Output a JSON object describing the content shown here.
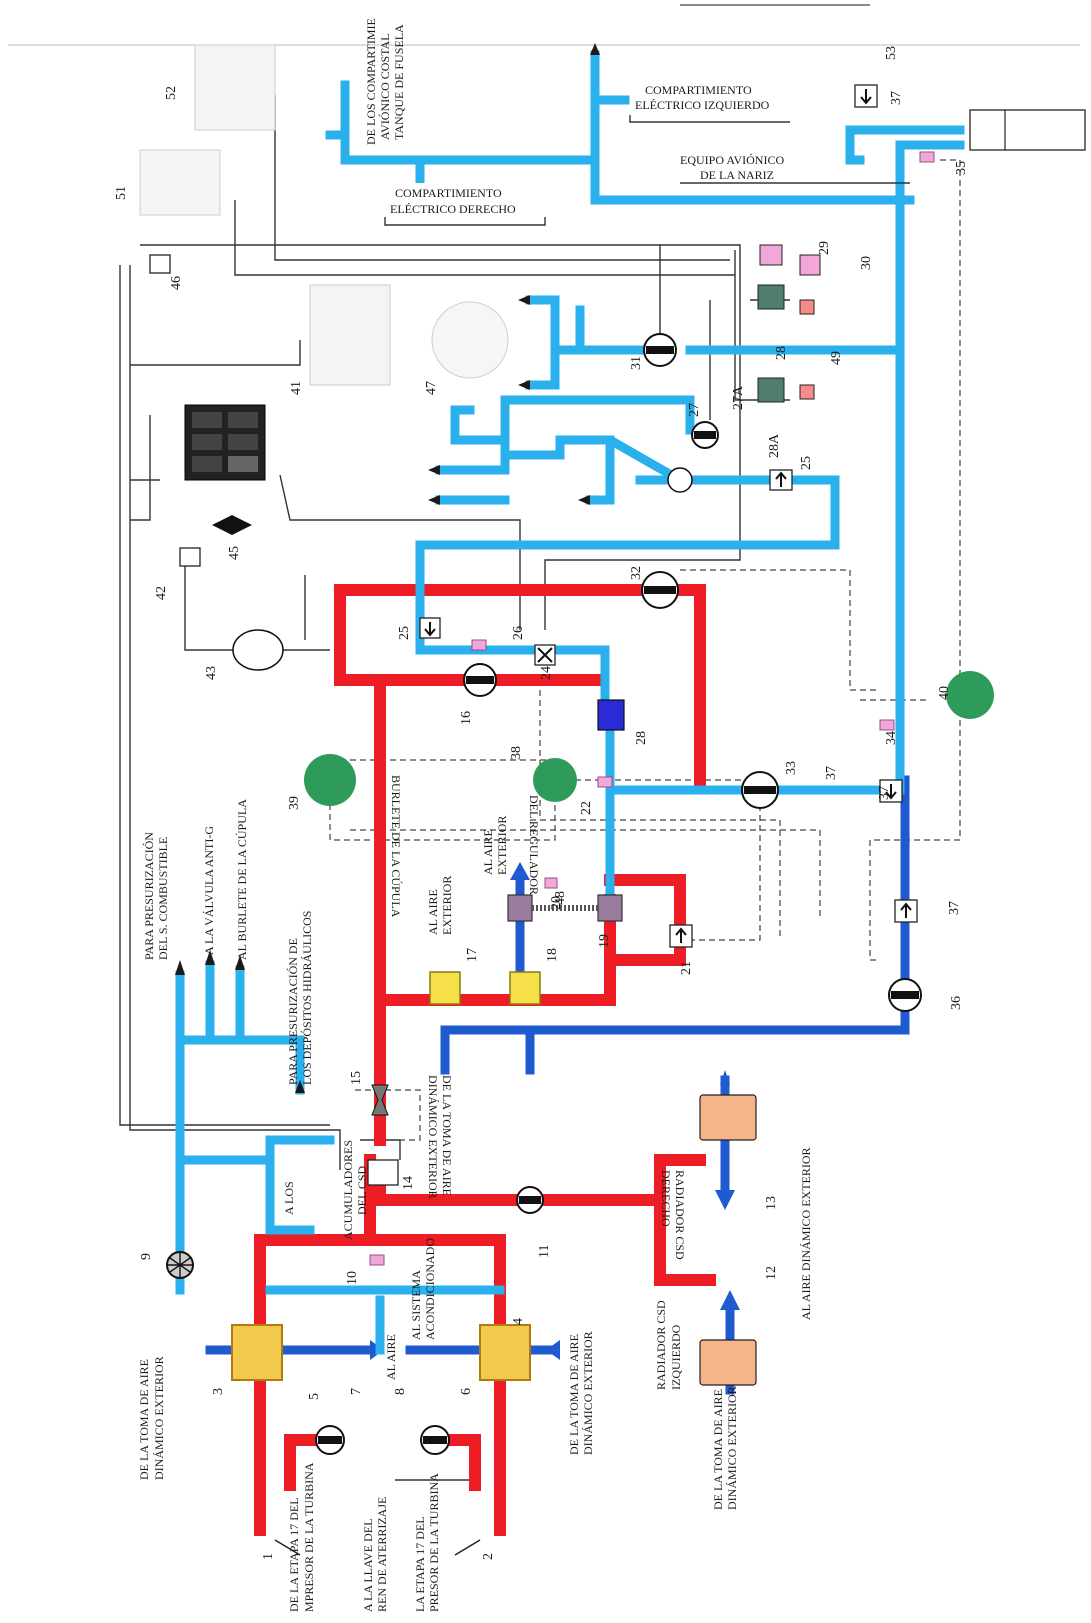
{
  "diagram": {
    "colors": {
      "hot_bleed_air": "#ee1c25",
      "cold_conditioned_air": "#2ab0ec",
      "ram_air": "#1f5ad1",
      "heat_exchanger": "#f2c94c",
      "sensor": "#f2a7d9",
      "indicator": "#2e9b5a",
      "water_separator": "#2a2ad6",
      "csd_radiator": "#f5b48a"
    },
    "callouts": [
      "1",
      "2",
      "3",
      "4",
      "5",
      "6",
      "7",
      "8",
      "9",
      "10",
      "11",
      "12",
      "13",
      "14",
      "15",
      "16",
      "17",
      "18",
      "19",
      "20",
      "21",
      "22",
      "24",
      "25",
      "25",
      "26",
      "27",
      "27A",
      "28",
      "28",
      "28A",
      "29",
      "30",
      "31",
      "32",
      "33",
      "34",
      "35",
      "36",
      "37",
      "37",
      "37",
      "37",
      "38",
      "39",
      "40",
      "41",
      "42",
      "43",
      "45",
      "46",
      "47",
      "48",
      "49",
      "51",
      "52",
      "53"
    ],
    "labels": {
      "l1": "DE LA ETAPA 17 DEL",
      "l1b": "MPRESOR DE LA TURBINA",
      "l2": "A LA LLAVE DEL",
      "l2b": "REN DE ATERRIZAJE",
      "l3": "LA ETAPA 17 DEL",
      "l3b": "PRESOR DE LA TURBINA",
      "l4": "DE LA TOMA DE AIRE",
      "l4b": "DINÁMICO EXTERIOR",
      "l5": "AL AIRE",
      "l6": "AL SISTEMA",
      "l6b": "ACONDICIONADO",
      "l7": "DE LA TOMA DE AIRE",
      "l7b": "DINÁMICO EXTERIOR",
      "l8": "RADIADOR CSD",
      "l8b": "IZQUIERDO",
      "l9": "DE LA TOMA DE AIRE",
      "l9b": "DINÁMICO EXTERIOR",
      "l10": "RADIADOR CSD",
      "l10b": "DERECHO",
      "l11": "AL AIRE DINÁMICO EXTERIOR",
      "l12": "A LOS",
      "l13": "ACUMULADORES",
      "l13b": "DEL CSD",
      "l14": "PARA PRESURIZACIÓN DE",
      "l14b": "LOS DEPÓSITOS HIDRÁULICOS",
      "l15": "PARA PRESURIZACIÓN",
      "l15b": "DEL S. COMBUSTIBLE",
      "l16": "A LA VÁLVULA ANTI-G",
      "l17": "AL BURLETE DE LA CÚPULA",
      "l18": "DE LA TOMA DE AIRE",
      "l18b": "DINÁMICO EXTERIOR",
      "l19": "AL AIRE",
      "l19b": "EXTERIOR",
      "l20": "AL AIRE",
      "l20b": "EXTERIOR",
      "l21": "DEL REGULADOR",
      "l21b": "BURLETE DE LA CÚPULA",
      "l22": "COMPARTIMIENTO",
      "l22b": "ELÉCTRICO DERECHO",
      "l23": "DE LOS COMPARTIMIE",
      "l23b": "AVIÓNICO COSTAL",
      "l23c": "TANQUE DE FUSELA",
      "l24": "COMPARTIMIENTO",
      "l24b": "ELÉCTRICO IZQUIERDO",
      "l25": "EQUIPO AVIÓNICO",
      "l25b": "DE LA NARIZ"
    }
  }
}
